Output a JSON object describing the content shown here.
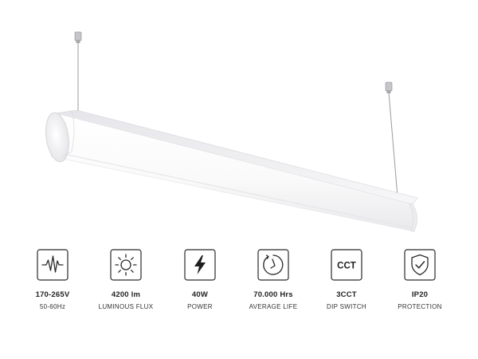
{
  "product": {
    "colors": {
      "body": "#f2f2f4",
      "diffuser": "#fbfbfb",
      "wire": "#9a9a9a",
      "mount": "#b8b8bc"
    }
  },
  "specs": [
    {
      "icon": "waveform-icon",
      "value": "170-265V",
      "label": "50-60Hz"
    },
    {
      "icon": "sun-icon",
      "value": "4200 lm",
      "label": "LUMINOUS FLUX"
    },
    {
      "icon": "lightning-bolt-icon",
      "value": "40W",
      "label": "POWER"
    },
    {
      "icon": "clock-icon",
      "value": "70.000 Hrs",
      "label": "AVERAGE LIFE"
    },
    {
      "icon": "cct-icon",
      "icon_text": "CCT",
      "value": "3CCT",
      "label": "DIP SWITCH"
    },
    {
      "icon": "shield-check-icon",
      "value": "IP20",
      "label": "PROTECTION"
    }
  ],
  "colors": {
    "icon_stroke": "#2a2a2a",
    "text": "#222222"
  }
}
